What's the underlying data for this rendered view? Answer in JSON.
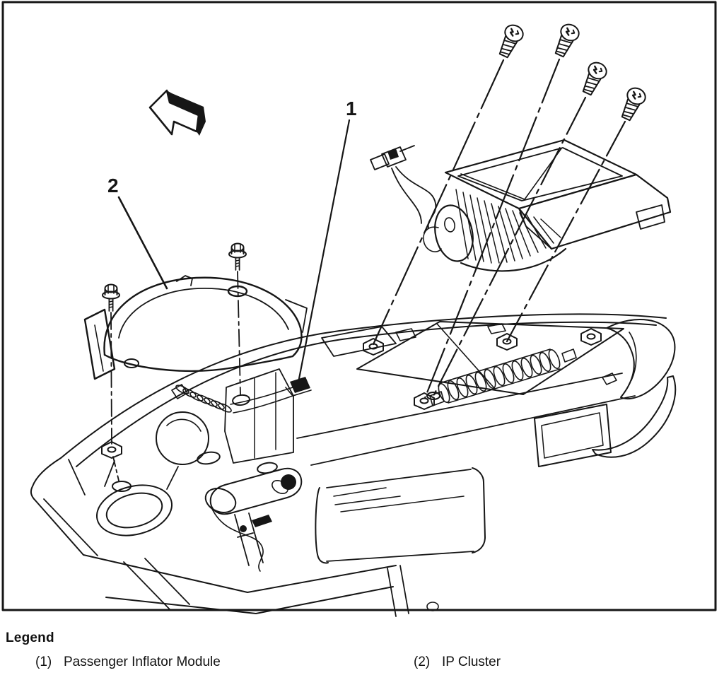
{
  "figure": {
    "description": "Exploded line-art view of an instrument panel showing removal of the passenger inflator module and IP cluster",
    "callouts": [
      {
        "number": "1"
      },
      {
        "number": "2"
      }
    ],
    "icons": [
      "direction-arrow-icon",
      "screw-icon",
      "bolt-icon"
    ]
  },
  "legend": {
    "title": "Legend",
    "items": [
      {
        "number": "(1)",
        "label": "Passenger Inflator Module"
      },
      {
        "number": "(2)",
        "label": "IP Cluster"
      }
    ]
  },
  "colors": {
    "line": "#161616",
    "background": "#ffffff"
  }
}
